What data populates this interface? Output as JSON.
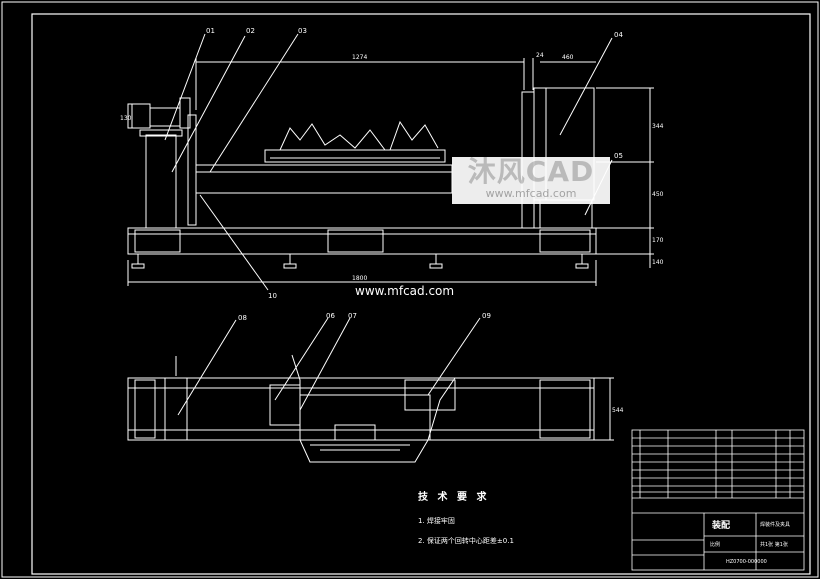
{
  "drawing": {
    "part_callouts": [
      "01",
      "02",
      "03",
      "04",
      "05",
      "10",
      "08",
      "06",
      "07",
      "09"
    ],
    "dimension_top": "1274",
    "dimension_small_top": "24",
    "dimension_right_top": "460",
    "dimension_overall": "1800",
    "dimension_right_a": "344",
    "dimension_right_b": "450",
    "dimension_right_c": "170",
    "dimension_right_d": "140",
    "dimension_left_a": "130",
    "dimension_plan": "544",
    "watermark_logo": "沐风CAD",
    "watermark_url": "www.mfcad.com",
    "site_url": "www.mfcad.com",
    "tech_title": "技 术 要 求",
    "tech_notes": [
      "1. 焊接牢固",
      "2. 保证两个回转中心距差±0.1"
    ],
    "title_block": {
      "assembly_label": "装配",
      "part_name": "焊装件及夹具",
      "scale_label": "比例",
      "drawing_no": "HZ0700-000000",
      "remark": "共1张 第1张"
    }
  },
  "colors": {
    "line": "#ffffff",
    "background": "#000000",
    "watermark_bg": "#ffffff"
  }
}
